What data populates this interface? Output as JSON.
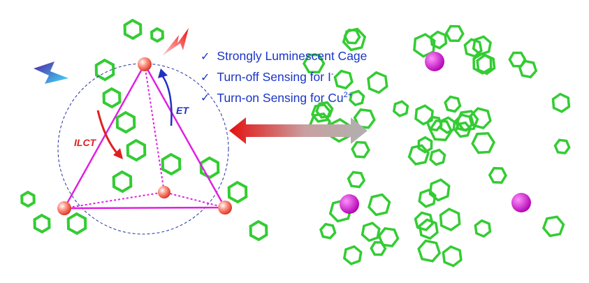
{
  "features": [
    {
      "text": "Strongly Luminescent Cage",
      "sup": ""
    },
    {
      "text": "Turn-off Sensing for I",
      "sup": "-"
    },
    {
      "text": "Turn-on Sensing for Cu",
      "sup": "2+"
    }
  ],
  "check_icon": "✓",
  "labels": {
    "ilct": "ILCT",
    "et": "ET"
  },
  "colors": {
    "text": "#1a35c8",
    "triangle": "#e020e0",
    "bond": "#33cc33",
    "ilct": "#e02020",
    "et": "#2030c0",
    "metal": "#d010c0"
  }
}
